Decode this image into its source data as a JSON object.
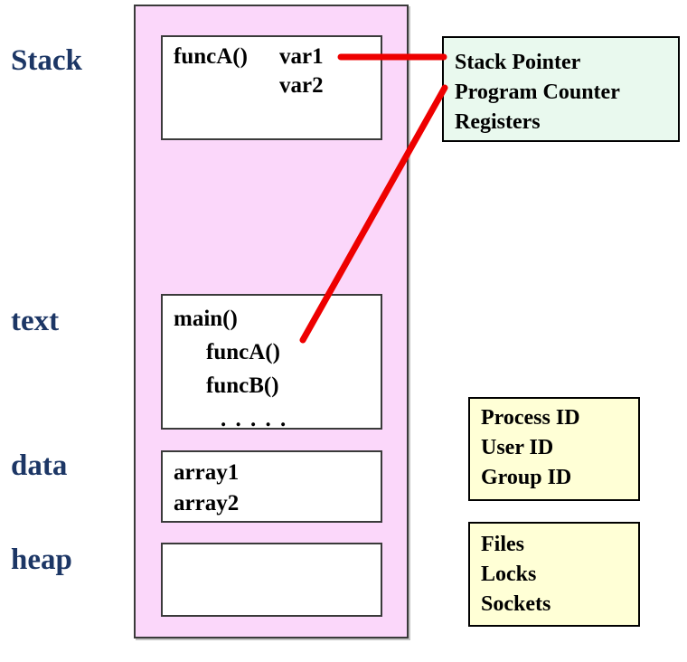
{
  "labels": {
    "stack": "Stack",
    "text": "text",
    "data": "data",
    "heap": "heap"
  },
  "memory": {
    "stack_box": {
      "func": "funcA()",
      "vars": [
        "var1",
        "var2"
      ]
    },
    "text_box": {
      "lines": [
        "main()",
        "funcA()",
        "funcB()",
        ". . . . ."
      ]
    },
    "data_box": {
      "lines": [
        "array1",
        "array2"
      ]
    },
    "heap_box": {
      "lines": []
    }
  },
  "cpu_box": {
    "lines": [
      "Stack Pointer",
      "Program Counter",
      "Registers"
    ]
  },
  "id_box": {
    "lines": [
      "Process ID",
      "User ID",
      "Group ID"
    ]
  },
  "resources_box": {
    "lines": [
      "Files",
      "Locks",
      "Sockets"
    ]
  },
  "colors": {
    "memory_region_fill": "#fbd7fa",
    "cpu_box_fill": "#e9f9ee",
    "kernel_box_fill": "#ffffd6",
    "connector_red": "#ee0000",
    "segment_label_blue": "#1c3665"
  }
}
